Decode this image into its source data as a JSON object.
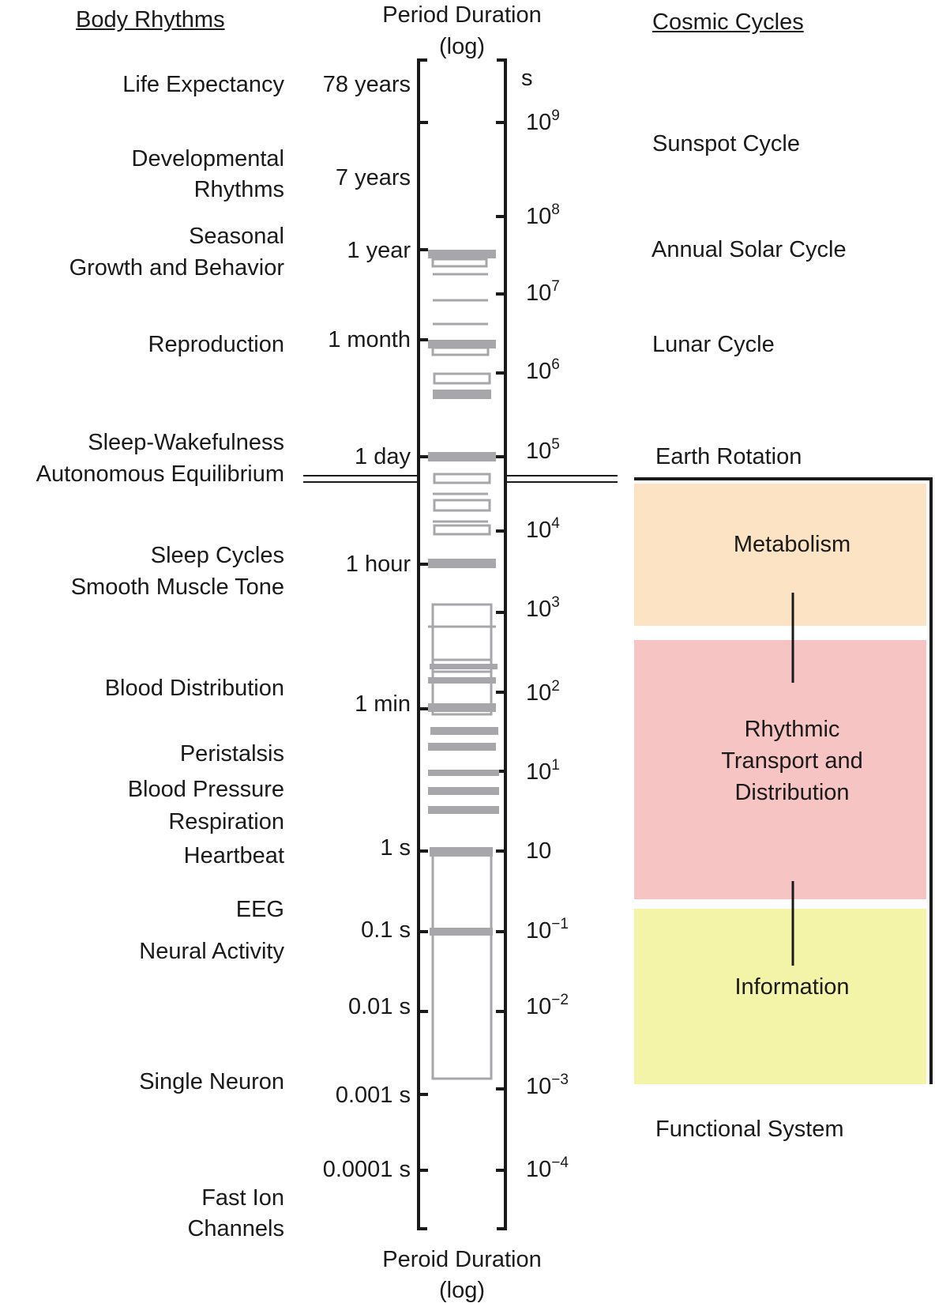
{
  "headings": {
    "body_rhythms": "Body Rhythms",
    "period_top_1": "Period Duration",
    "period_top_2": "(log)",
    "cosmic_cycles": "Cosmic Cycles",
    "period_bottom_1": "Peroid Duration",
    "period_bottom_2": "(log)",
    "unit": "s"
  },
  "body_rhythms": [
    [
      "Life Expectancy"
    ],
    [
      "Developmental",
      "Rhythms"
    ],
    [
      "Seasonal",
      "Growth and Behavior"
    ],
    [
      "Reproduction"
    ],
    [
      "Sleep-Wakefulness",
      "Autonomous Equilibrium"
    ],
    [
      "Sleep Cycles",
      "Smooth Muscle Tone"
    ],
    [
      "Blood Distribution"
    ],
    [
      "Peristalsis"
    ],
    [
      "Blood Pressure"
    ],
    [
      "Respiration"
    ],
    [
      "Heartbeat"
    ],
    [
      "EEG"
    ],
    [
      "Neural Activity"
    ],
    [
      "Single Neuron"
    ],
    [
      "Fast Ion",
      "Channels"
    ]
  ],
  "durations": [
    "78 years",
    "7 years",
    "1 year",
    "1 month",
    "1 day",
    "1 hour",
    "1 min",
    "1 s",
    "0.1 s",
    "0.01 s",
    "0.001 s",
    "0.0001 s"
  ],
  "log_ticks": [
    {
      "base": "10",
      "exp": "9"
    },
    {
      "base": "10",
      "exp": "8"
    },
    {
      "base": "10",
      "exp": "7"
    },
    {
      "base": "10",
      "exp": "6"
    },
    {
      "base": "10",
      "exp": "5"
    },
    {
      "base": "10",
      "exp": "4"
    },
    {
      "base": "10",
      "exp": "3"
    },
    {
      "base": "10",
      "exp": "2"
    },
    {
      "base": "10",
      "exp": "1"
    },
    {
      "base": "10",
      "exp": ""
    },
    {
      "base": "10",
      "exp": "−1"
    },
    {
      "base": "10",
      "exp": "−2"
    },
    {
      "base": "10",
      "exp": "−3"
    },
    {
      "base": "10",
      "exp": "−4"
    }
  ],
  "cosmic_cycles": [
    "Sunspot Cycle",
    "Annual Solar Cycle",
    "Lunar Cycle",
    "Earth Rotation"
  ],
  "functional_system": {
    "title": "Functional System",
    "bands": [
      {
        "label": [
          "Metabolism"
        ],
        "color": "#fbe3c4"
      },
      {
        "label": [
          "Rhythmic",
          "Transport and",
          "Distribution"
        ],
        "color": "#f7c4c4"
      },
      {
        "label": [
          "Information"
        ],
        "color": "#f4f4a8"
      }
    ]
  },
  "colors": {
    "axis": "#1a1a1a",
    "marker_fill": "#a7a7ab",
    "marker_outline": "#a7a7ab"
  }
}
